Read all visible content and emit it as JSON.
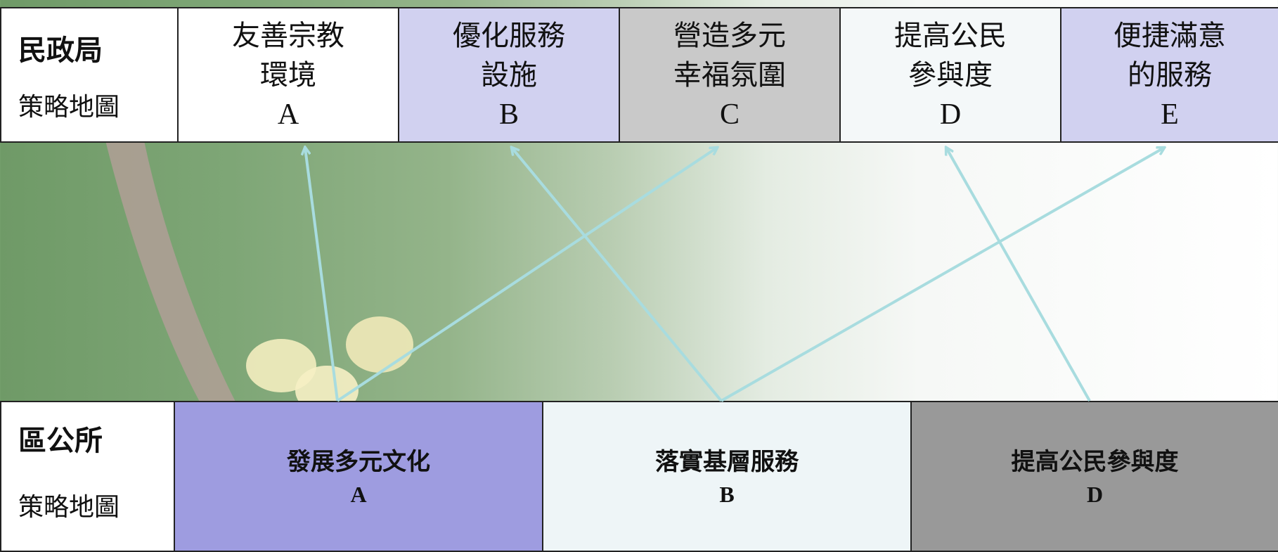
{
  "bureau": {
    "title": "民政局",
    "subtitle": "策略地圖",
    "boxes": [
      {
        "line1": "友善宗教",
        "line2": "環境",
        "letter": "A",
        "color": "#ffffff"
      },
      {
        "line1": "優化服務",
        "line2": "設施",
        "letter": "B",
        "color": "#d1d1f0"
      },
      {
        "line1": "營造多元",
        "line2": "幸福氛圍",
        "letter": "C",
        "color": "#c9c9c9"
      },
      {
        "line1": "提高公民",
        "line2": "參與度",
        "letter": "D",
        "color": "#f4f8f9"
      },
      {
        "line1": "便捷滿意",
        "line2": "的服務",
        "letter": "E",
        "color": "#d1d1f0"
      }
    ]
  },
  "district": {
    "title": "區公所",
    "subtitle": "策略地圖",
    "boxes": [
      {
        "label": "發展多元文化",
        "letter": "A",
        "color": "#9e9ce0"
      },
      {
        "label": "落實基層服務",
        "letter": "B",
        "color": "#eef5f7"
      },
      {
        "label": "提高公民參與度",
        "letter": "D",
        "color": "#999999"
      }
    ]
  },
  "links": [
    {
      "from": "A",
      "to": "A"
    },
    {
      "from": "A",
      "to": "C"
    },
    {
      "from": "B",
      "to": "B"
    },
    {
      "from": "B",
      "to": "E"
    },
    {
      "from": "D",
      "to": "D"
    }
  ],
  "colors": {
    "arrow": "#a8dcdf",
    "border": "#222222"
  }
}
